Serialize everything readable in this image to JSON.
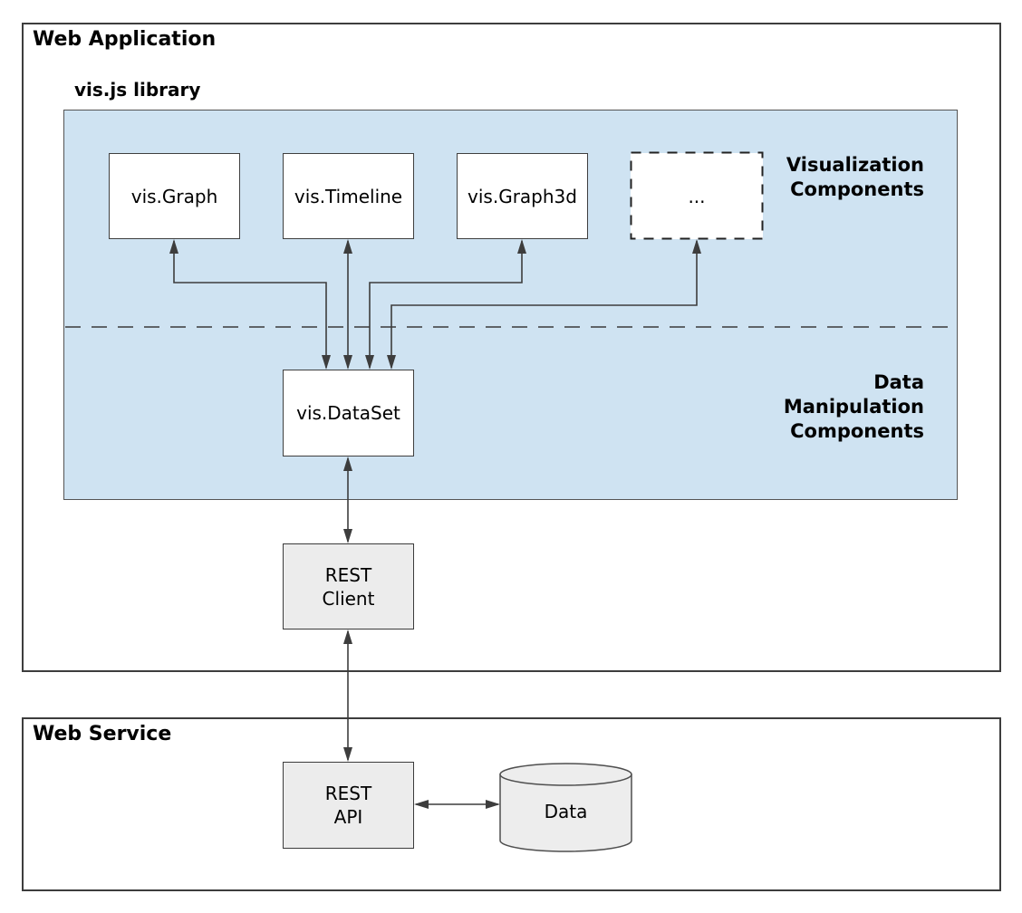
{
  "web_application": {
    "title": "Web Application",
    "library": {
      "title": "vis.js library",
      "visualization_boxes": [
        {
          "label": "vis.Graph"
        },
        {
          "label": "vis.Timeline"
        },
        {
          "label": "vis.Graph3d"
        },
        {
          "label": "..."
        }
      ],
      "visualization_label": {
        "line1": "Visualization",
        "line2": "Components"
      },
      "data_manipulation_label": {
        "line1": "Data",
        "line2": "Manipulation",
        "line3": "Components"
      },
      "dataset_box": {
        "label": "vis.DataSet"
      }
    },
    "rest_client": {
      "line1": "REST",
      "line2": "Client"
    }
  },
  "web_service": {
    "title": "Web Service",
    "rest_api": {
      "line1": "REST",
      "line2": "API"
    },
    "data_store": {
      "label": "Data"
    }
  },
  "colors": {
    "background": "#ffffff",
    "library_fill": "#cfe3f2",
    "module_fill": "#ececec",
    "box_fill": "#ffffff",
    "wire": "#3d3d3d",
    "panel_border": "#3d3d3d",
    "text": "#000000"
  }
}
